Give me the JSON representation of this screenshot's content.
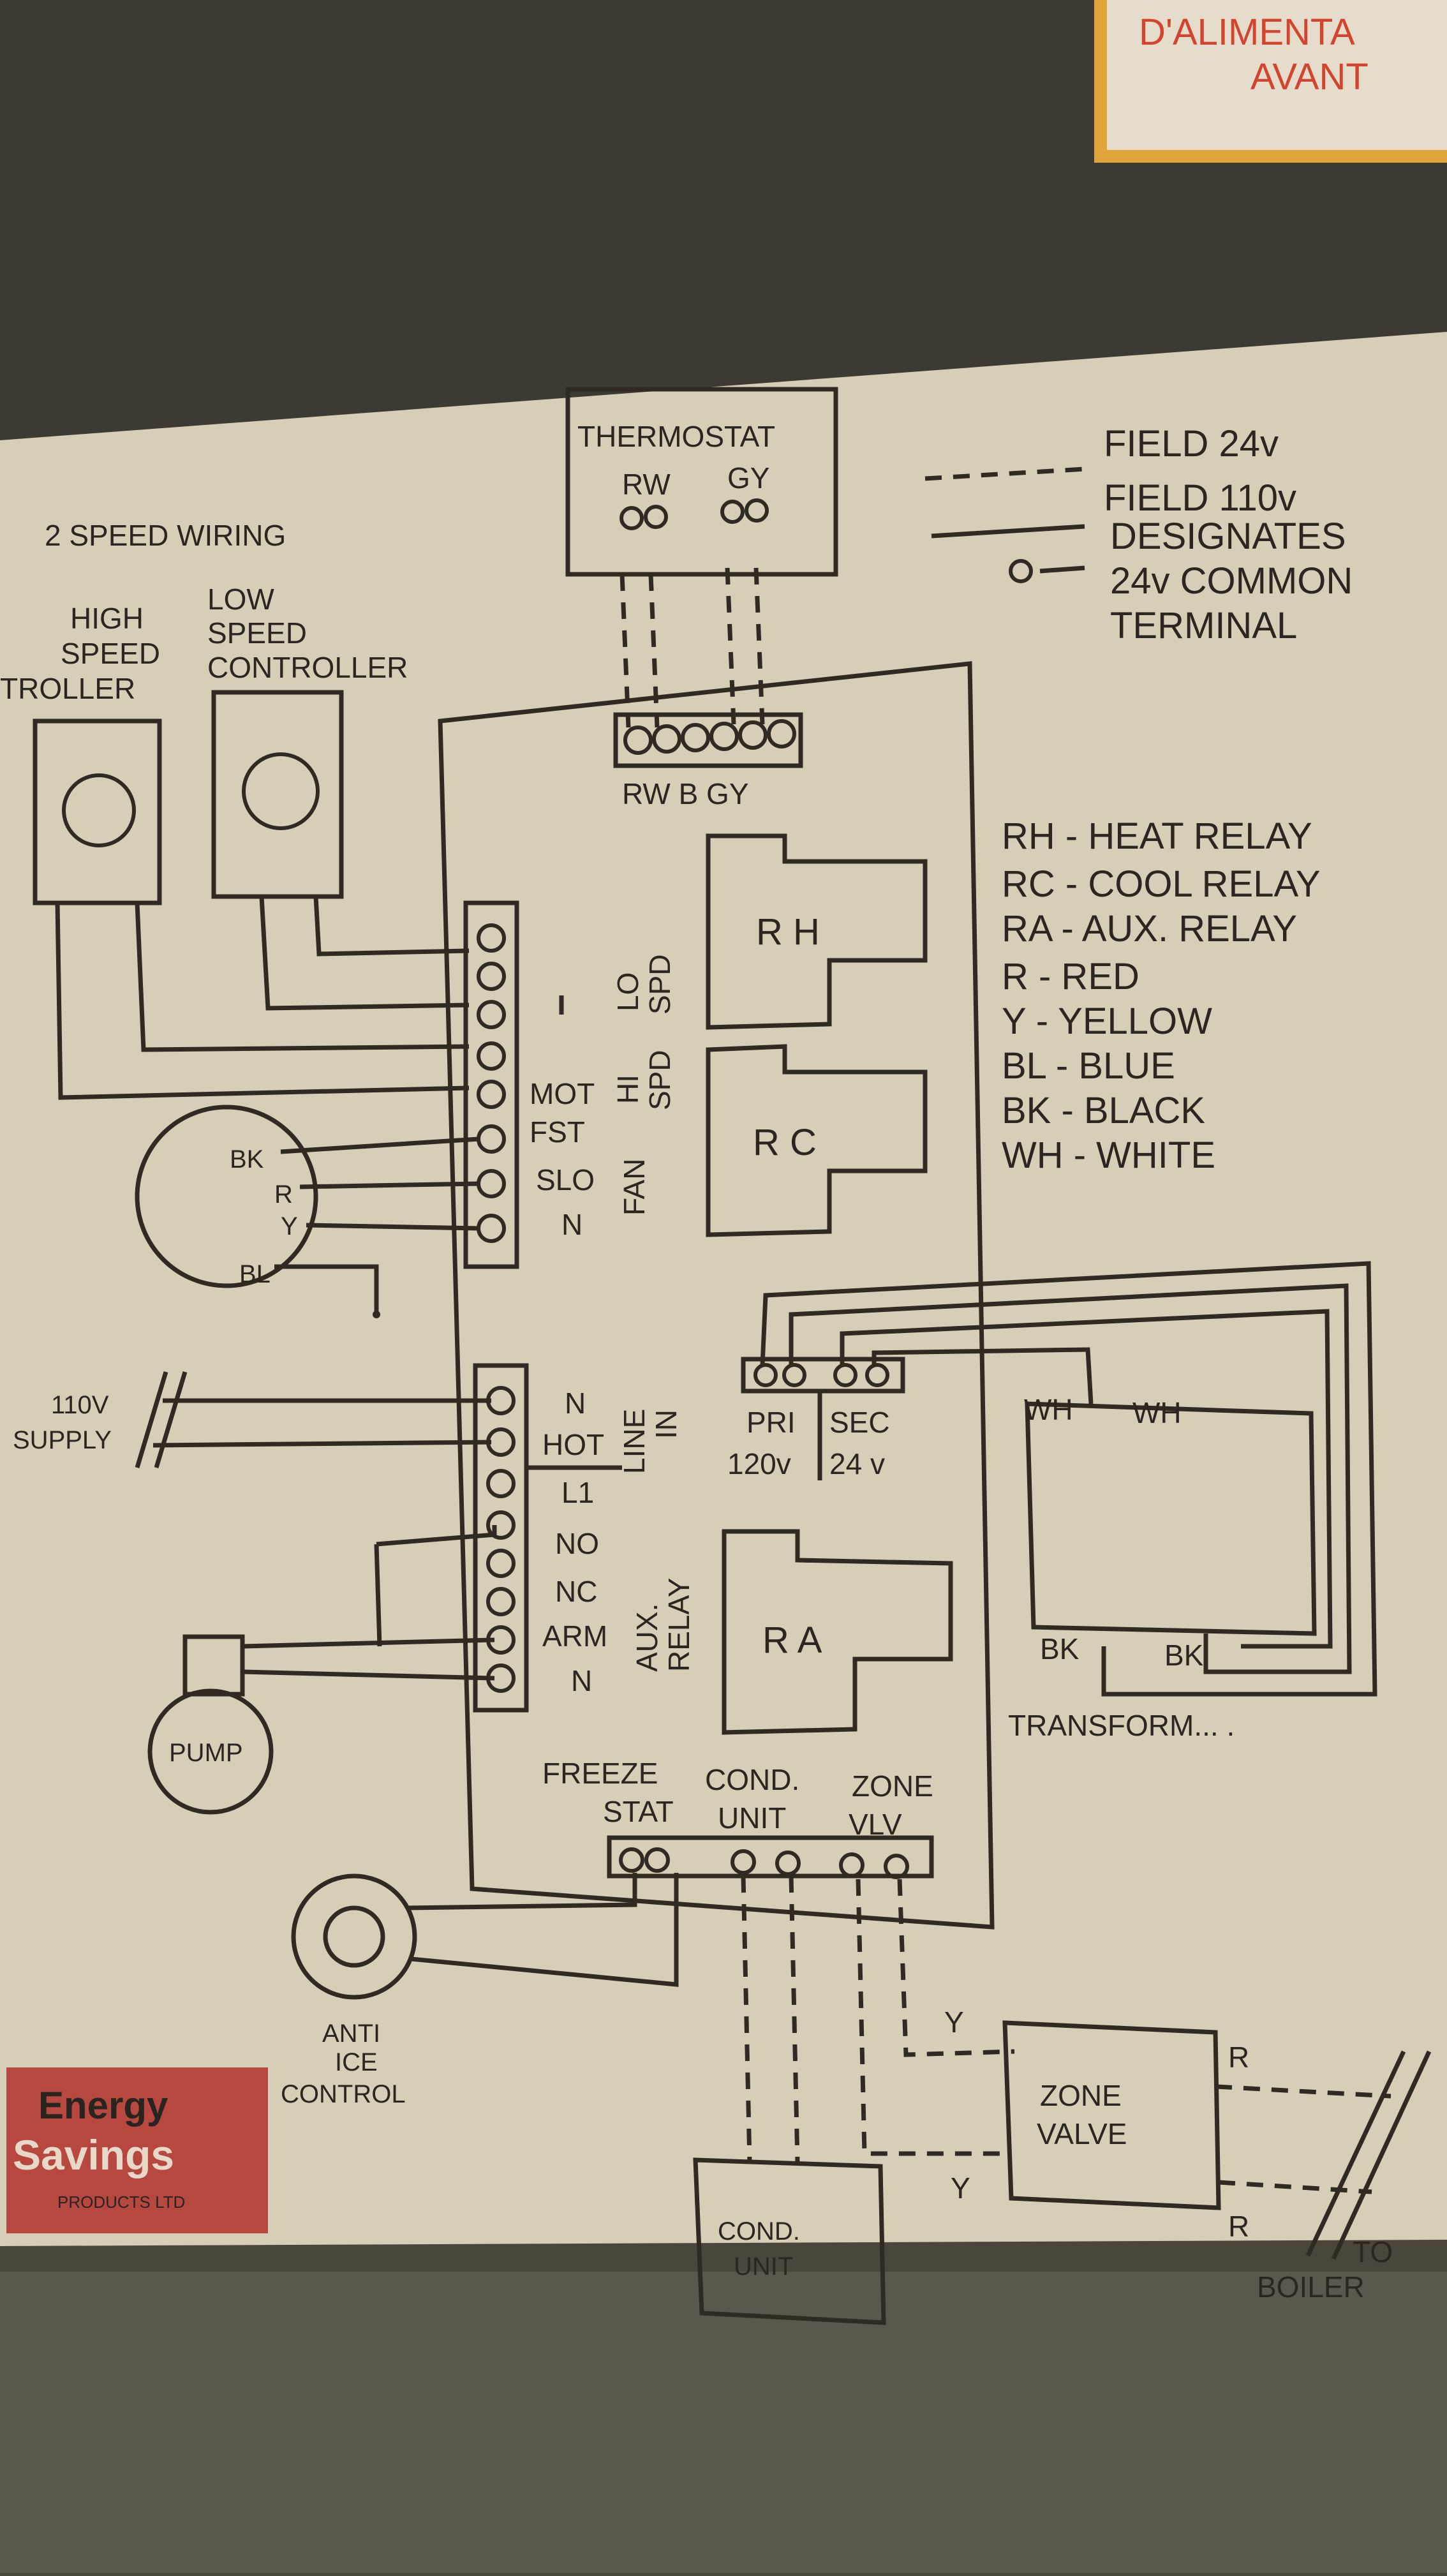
{
  "photo_corner_text": [
    "D'ALIMENTA",
    "AVANT"
  ],
  "title": "2 SPEED WIRING",
  "legend": {
    "field24": "FIELD 24v",
    "field110": "FIELD 110v",
    "designates": [
      "DESIGNATES",
      "24v COMMON",
      "TERMINAL"
    ]
  },
  "thermostat": {
    "label": "THERMOSTAT",
    "left_pair": "RW",
    "right_pair": "GY"
  },
  "top_terminal_block_label": "RW B GY",
  "controllers": {
    "high": [
      "HIGH",
      "SPEED",
      "TROLLER"
    ],
    "low": [
      "LOW",
      "SPEED",
      "CONTROLLER"
    ]
  },
  "relays": {
    "rh": "R H",
    "rc": "R C",
    "ra": "R A"
  },
  "relay_key": [
    "RH  - HEAT RELAY",
    "RC  - COOL RELAY",
    "RA  - AUX. RELAY",
    "R    - RED",
    "Y    - YELLOW",
    "BL  - BLUE",
    "BK  - BLACK",
    "WH - WHITE"
  ],
  "fan_terminals": {
    "lo_spd": [
      "LO",
      "SPD"
    ],
    "hi_spd": [
      "HI",
      "SPD"
    ],
    "fan": "FAN",
    "mot": "MOT",
    "fst": "FST",
    "slo": "SLO",
    "n": "N"
  },
  "motor_wires": [
    "BK",
    "R",
    "Y",
    "BL"
  ],
  "supply": {
    "label": [
      "110V",
      "SUPPLY"
    ]
  },
  "line_terminals": {
    "n": "N",
    "hot": "HOT",
    "l1": "L1",
    "line_in": [
      "LINE",
      "IN"
    ],
    "no": "NO",
    "nc": "NC",
    "arm": "ARM",
    "n2": "N",
    "aux_relay": [
      "AUX.",
      "RELAY"
    ]
  },
  "transformer": {
    "pri": "PRI",
    "sec": "SEC",
    "pri_v": "120v",
    "sec_v": "24 v",
    "wh1": "WH",
    "wh2": "WH",
    "bk1": "BK",
    "bk2": "BK",
    "label": "TRANSFORM... ."
  },
  "pump": "PUMP",
  "bottom_terminals": {
    "freeze": [
      "FREEZE",
      "STAT"
    ],
    "cond": [
      "COND.",
      "UNIT"
    ],
    "zone": [
      "ZONE",
      "VLV"
    ]
  },
  "anti_ice": [
    "ANTI",
    "ICE",
    "CONTROL"
  ],
  "zone_valve": [
    "ZONE",
    "VALVE"
  ],
  "zone_wires": {
    "y1": "Y",
    "y2": "Y",
    "r1": "R",
    "r2": "R"
  },
  "cond_unit": [
    "COND.",
    "UNIT"
  ],
  "to_boiler": [
    "TO",
    "BOILER"
  ],
  "logo": [
    "Energy",
    "Savings",
    "PRODUCTS LTD"
  ],
  "colors": {
    "paper": "#d6ceb6",
    "ink": "#2f2a22",
    "background": "#4a463c",
    "label_orange": "#e0a43a",
    "logo_red": "#b2302c"
  }
}
